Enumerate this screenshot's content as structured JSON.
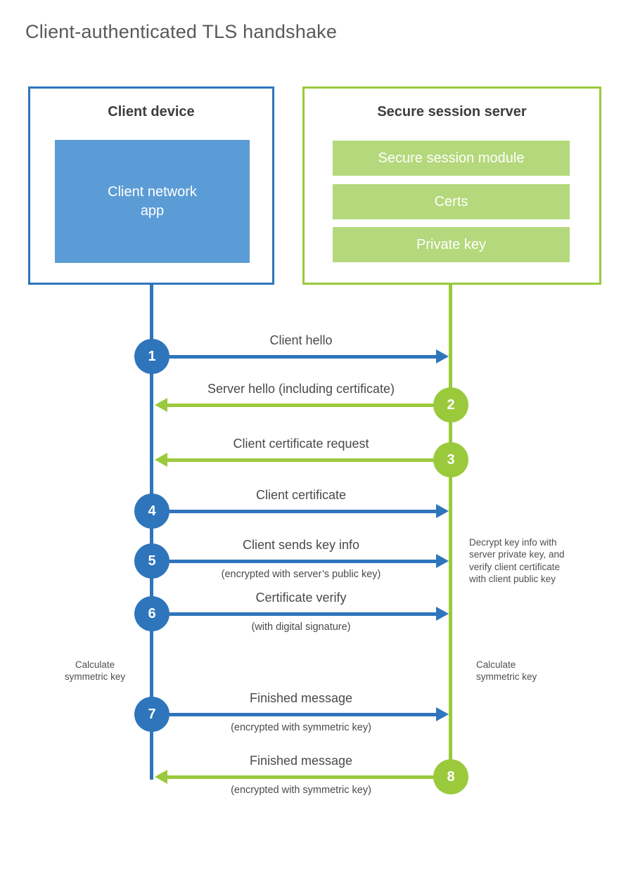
{
  "title": "Client-authenticated TLS handshake",
  "colors": {
    "client_accent": "#2e75bc",
    "client_fill": "#5c9cd6",
    "server_accent": "#9aca3c",
    "server_fill": "#b4d87b",
    "text_dark": "#3d3d3d",
    "text_gray": "#4a4a4a"
  },
  "client_box": {
    "title": "Client device",
    "app_label": "Client network\napp"
  },
  "server_box": {
    "title": "Secure session server",
    "modules": [
      "Secure session module",
      "Certs",
      "Private key"
    ]
  },
  "messages": [
    {
      "num": "1",
      "from": "client",
      "label": "Client hello",
      "sub": ""
    },
    {
      "num": "2",
      "from": "server",
      "label": "Server hello (including certificate)",
      "sub": ""
    },
    {
      "num": "3",
      "from": "server",
      "label": "Client certificate request",
      "sub": ""
    },
    {
      "num": "4",
      "from": "client",
      "label": "Client certificate",
      "sub": ""
    },
    {
      "num": "5",
      "from": "client",
      "label": "Client sends key info",
      "sub": "(encrypted with server’s public key)"
    },
    {
      "num": "6",
      "from": "client",
      "label": "Certificate verify",
      "sub": "(with digital signature)"
    },
    {
      "num": "7",
      "from": "client",
      "label": "Finished message",
      "sub": "(encrypted with symmetric key)"
    },
    {
      "num": "8",
      "from": "server",
      "label": "Finished message",
      "sub": "(encrypted with symmetric key)"
    }
  ],
  "notes": {
    "decrypt": "Decrypt key info with\nserver private key, and\nverify client certificate\nwith client public key",
    "calc_left": "Calculate\nsymmetric key",
    "calc_right": "Calculate\nsymmetric key"
  }
}
